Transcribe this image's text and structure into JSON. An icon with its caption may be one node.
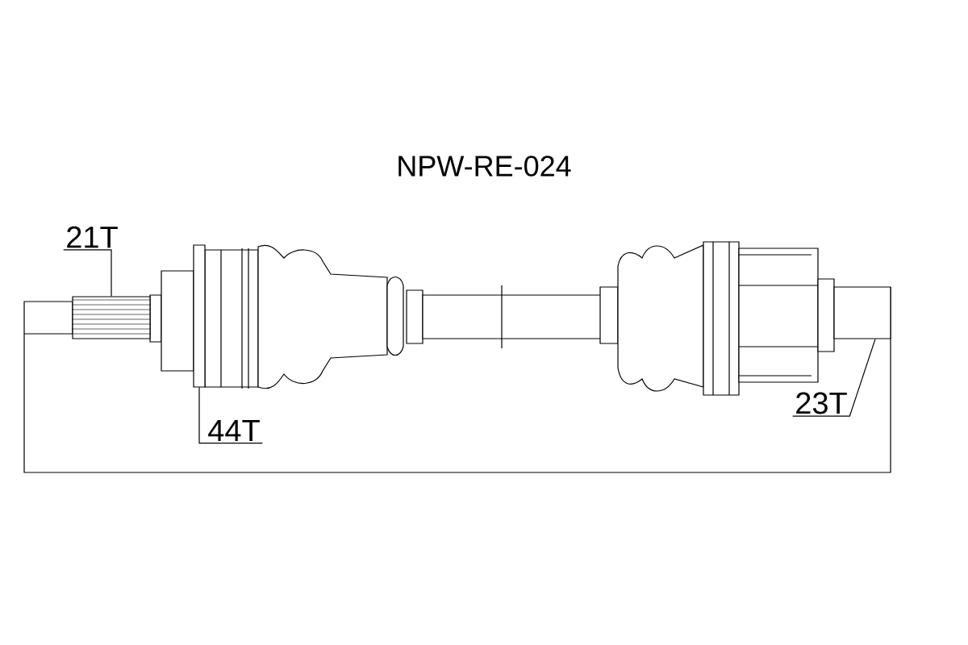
{
  "diagram": {
    "title": "NPW-RE-024",
    "nodes": [
      {
        "text": [
          "21T"
        ]
      },
      {
        "text": [],
        "shape": "box"
      },
      {
        "text": [
          "44T"
        ]
      },
      {
        "text": [],
        "shape": "box"
      },
      {
        "text": [
          "23T"
        ]
      },
      {
        "text": [],
        "shape": "box"
      }
    ],
    "edges": [
      {
        "from": 0,
        "to": 1,
        "arrow": "none"
      },
      {
        "from": 2,
        "to": 3,
        "arrow": "none"
      },
      {
        "from": 4,
        "to": 5,
        "arrow": "none"
      }
    ]
  }
}
